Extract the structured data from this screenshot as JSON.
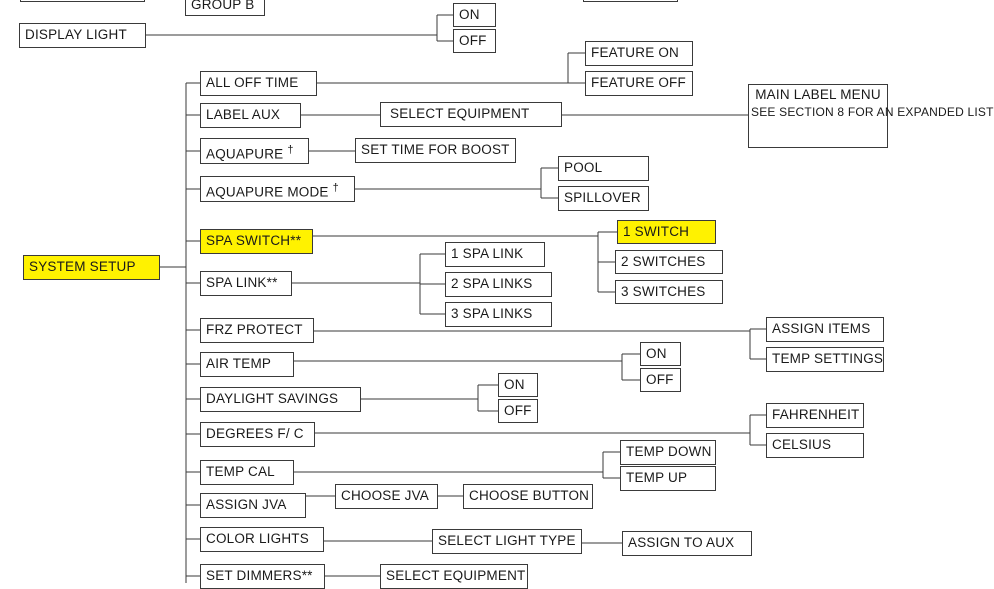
{
  "nodes": {
    "top_left_partial": "",
    "group_b": "GROUP  B",
    "top_right_partial": "",
    "display_light": "DISPLAY LIGHT",
    "dl_on": "ON",
    "dl_off": "OFF",
    "system_setup": "SYSTEM    SETUP",
    "all_off_time": "ALL  OFF  TIME",
    "feature_on": "FEATURE  ON",
    "feature_off": "FEATURE  OFF",
    "label_aux": "LABEL  AUX",
    "select_equipment": "SELECT  EQUIPMENT",
    "main_label_menu": "MAIN LABEL MENU",
    "main_label_note": "SEE SECTION 8 FOR AN EXPANDED LIST",
    "aquapure": "AQUAPURE",
    "dagger": "†",
    "set_time_boost": "SET TIME FOR BOOST",
    "aquapure_mode": "AQUAPURE MODE",
    "pool": "POOL",
    "spillover": "SPILLOVER",
    "spa_switch": "SPA  SWITCH**",
    "one_switch": "1  SWITCH",
    "two_switches": "2  SWITCHES",
    "three_switches": "3  SWITCHES",
    "spa_link": "SPA  LINK**",
    "one_spa_link": "1   SPA   LINK",
    "two_spa_links": "2   SPA  LINKS",
    "three_spa_links": "3   SPA  LINKS",
    "frz_protect": "FRZ  PROTECT",
    "assign_items": "ASSIGN ITEMS",
    "temp_settings": "TEMP SETTINGS",
    "air_temp": "AIR   TEMP",
    "air_on": "ON",
    "air_off": "OFF",
    "daylight_savings": "DAYLIGHT   SAVINGS",
    "ds_on": "ON",
    "ds_off": "OFF",
    "degrees_fc": "DEGREES  F/ C",
    "fahrenheit": "FAHRENHEIT",
    "celsius": "CELSIUS",
    "temp_cal": "TEMP  CAL",
    "temp_down": "TEMP  DOWN",
    "temp_up": "TEMP  UP",
    "assign_jva": "ASSIGN  JVA",
    "choose_jva": "CHOOSE JVA",
    "choose_button": "CHOOSE BUTTON",
    "color_lights": "COLOR LIGHTS",
    "select_light_type": "SELECT LIGHT TYPE",
    "assign_to_aux": "ASSIGN TO AUX",
    "set_dimmers": "SET  DIMMERS**",
    "select_equipment_2": "SELECT EQUIPMENT"
  },
  "colors": {
    "highlight": "#fff200",
    "line": "#3a3a3a",
    "box_border": "#3a3a3a"
  }
}
